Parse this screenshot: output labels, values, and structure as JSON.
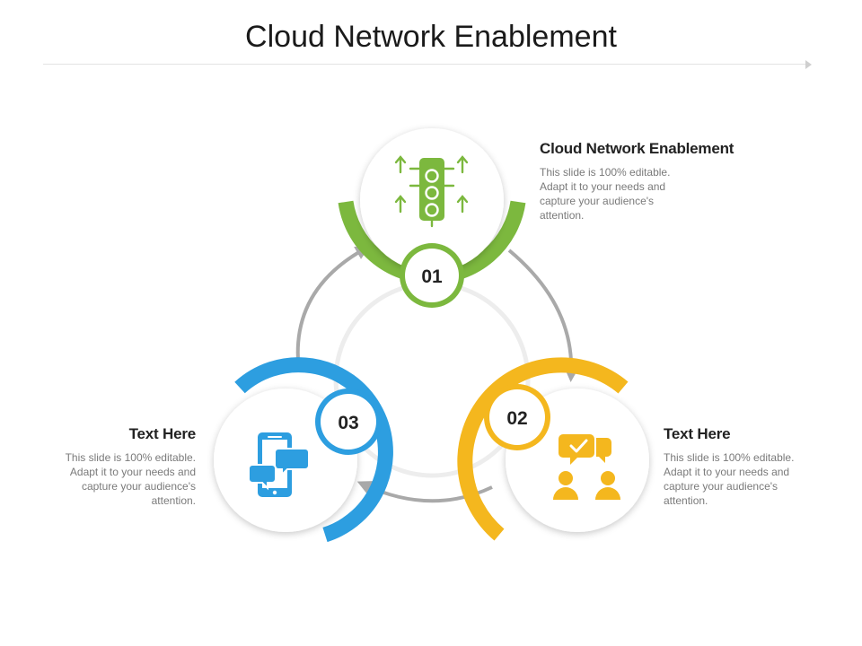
{
  "slide": {
    "title": "Cloud Network Enablement"
  },
  "colors": {
    "green": "#7cb83e",
    "yellow": "#f4b71e",
    "blue": "#2d9ee0",
    "connector": "#a9a9a9",
    "ring": "#ededed"
  },
  "steps": [
    {
      "number": "01",
      "icon": "traffic-light-icon",
      "color": "#7cb83e",
      "heading": "Cloud Network Enablement",
      "body": "This slide is 100% editable. Adapt it to your needs and capture your audience's attention."
    },
    {
      "number": "02",
      "icon": "people-approval-chat-icon",
      "color": "#f4b71e",
      "heading": "Text Here",
      "body": "This slide is 100% editable. Adapt it to your needs and capture your audience's attention."
    },
    {
      "number": "03",
      "icon": "mobile-chat-icon",
      "color": "#2d9ee0",
      "heading": "Text Here",
      "body": "This slide is 100% editable. Adapt it to your needs and capture your audience's attention."
    }
  ]
}
